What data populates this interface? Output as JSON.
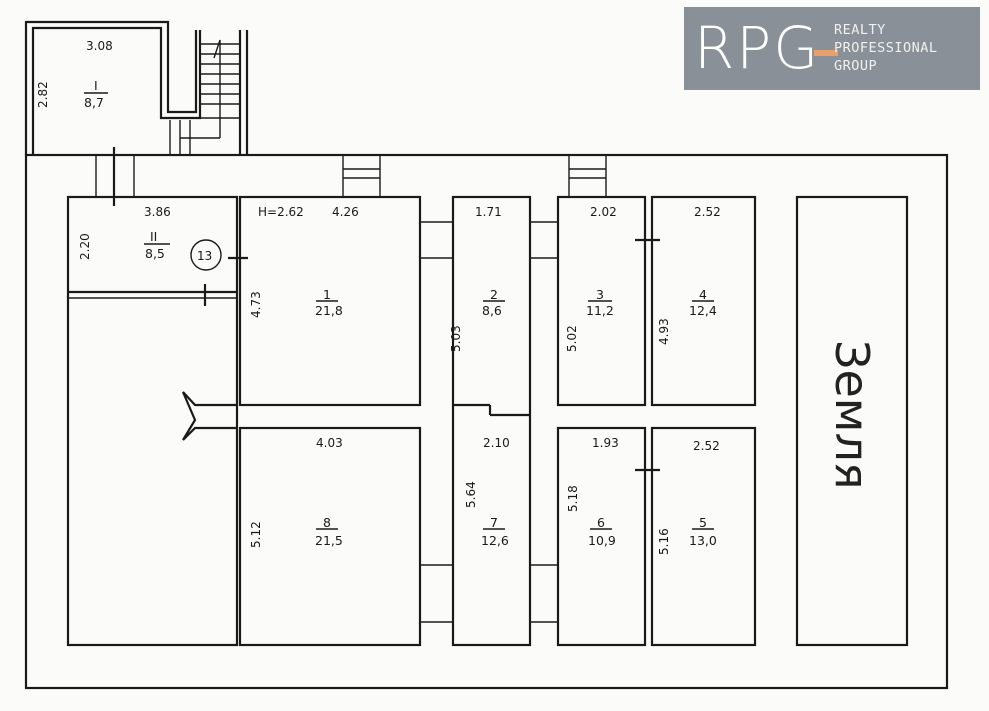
{
  "logo": {
    "mark": "RPG",
    "line1": "REALTY",
    "line2": "PROFESSIONAL",
    "line3": "GROUP",
    "accent": "#e9a06a",
    "bg": "#8a9098"
  },
  "annex": {
    "width": "3.08",
    "height": "2.82",
    "number": "I",
    "area": "8,7"
  },
  "rooms": {
    "r11": {
      "width": "3.86",
      "height": "2.20",
      "number": "II",
      "area": "8,5"
    },
    "marker": "13",
    "r1": {
      "ceiling": "H=2.62",
      "width": "4.26",
      "height": "4.73",
      "number": "1",
      "area": "21,8"
    },
    "r2": {
      "width": "1.71",
      "height": "5.03",
      "number": "2",
      "area": "8,6"
    },
    "r3": {
      "width": "2.02",
      "height": "5.02",
      "number": "3",
      "area": "11,2"
    },
    "r4": {
      "width": "2.52",
      "height": "4.93",
      "number": "4",
      "area": "12,4"
    },
    "r8": {
      "width": "4.03",
      "height": "5.12",
      "number": "8",
      "area": "21,5"
    },
    "r7": {
      "width": "2.10",
      "height": "5.64",
      "number": "7",
      "area": "12,6"
    },
    "r6": {
      "width": "1.93",
      "height": "5.18",
      "number": "6",
      "area": "10,9"
    },
    "r5": {
      "width": "2.52",
      "height": "5.16",
      "number": "5",
      "area": "13,0"
    }
  },
  "ground_label": "Земля"
}
